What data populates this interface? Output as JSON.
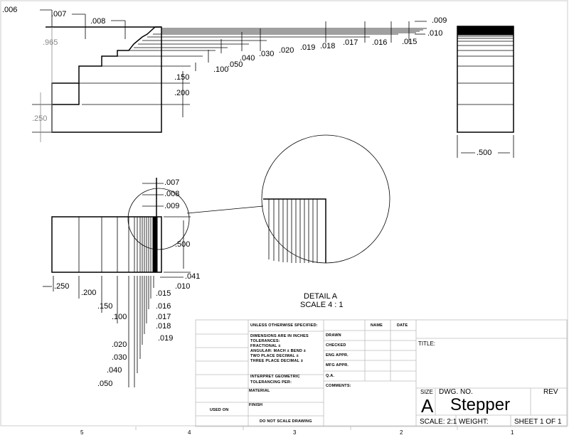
{
  "drawing": {
    "front_view_dims": [
      ".006",
      ".007",
      ".008",
      ".965",
      ".250",
      ".150",
      ".200",
      ".100",
      ".050",
      ".040",
      ".030",
      ".020",
      ".019",
      ".018",
      ".017",
      ".016",
      ".015",
      ".009",
      ".010"
    ],
    "side_view_dims": [
      ".500"
    ],
    "bottom_view_dims": [
      ".007",
      ".008",
      ".009",
      ".500",
      ".041",
      ".010",
      ".250",
      ".200",
      ".015",
      ".150",
      ".016",
      ".100",
      ".017",
      ".018",
      ".019",
      ".020",
      ".030",
      ".040",
      ".050"
    ],
    "detail": {
      "title": "DETAIL A",
      "scale": "SCALE 4 : 1"
    }
  },
  "title_block": {
    "unless": "UNLESS OTHERWISE SPECIFIED:",
    "dims_inches": "DIMENSIONS ARE IN INCHES",
    "tolerances": "TOLERANCES:",
    "fractional": "FRACTIONAL ±",
    "angular": "ANGULAR: MACH ±    BEND ±",
    "two_place": "TWO PLACE DECIMAL   ±",
    "three_place": "THREE PLACE DECIMAL  ±",
    "interpret": "INTERPRET GEOMETRIC",
    "tolerancing": "TOLERANCING PER:",
    "material": "MATERIAL",
    "finish": "FINISH",
    "used_on": "USED ON",
    "do_not_scale": "DO NOT SCALE DRAWING",
    "name": "NAME",
    "date": "DATE",
    "drawn": "DRAWN",
    "checked": "CHECKED",
    "eng_appr": "ENG APPR.",
    "mfg_appr": "MFG APPR.",
    "qa": "Q.A.",
    "comments": "COMMENTS:",
    "title_label": "TITLE:",
    "size_label": "SIZE",
    "size": "A",
    "dwg_no_label": "DWG.  NO.",
    "dwg_no": "Stepper",
    "rev_label": "REV",
    "scale": "SCALE: 2:1",
    "weight": "WEIGHT:",
    "sheet": "SHEET 1 OF 1"
  },
  "zones": [
    "5",
    "4",
    "3",
    "2",
    "1"
  ]
}
